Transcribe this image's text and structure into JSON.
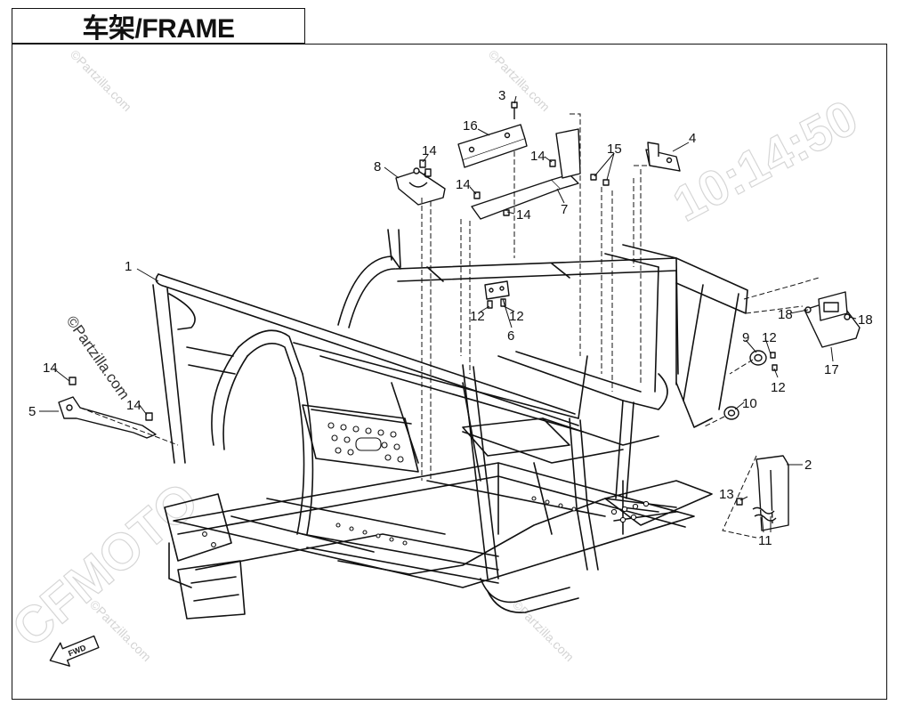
{
  "header": {
    "title": "车架/FRAME"
  },
  "watermarks": {
    "brand": "CFMOTO",
    "timestamp": "10:14:50",
    "site": "©Partzilla.com"
  },
  "callouts": [
    {
      "id": "c1",
      "label": "1"
    },
    {
      "id": "c2",
      "label": "2"
    },
    {
      "id": "c3",
      "label": "3"
    },
    {
      "id": "c4",
      "label": "4"
    },
    {
      "id": "c5",
      "label": "5"
    },
    {
      "id": "c6",
      "label": "6"
    },
    {
      "id": "c7",
      "label": "7"
    },
    {
      "id": "c8",
      "label": "8"
    },
    {
      "id": "c9",
      "label": "9"
    },
    {
      "id": "c10",
      "label": "10"
    },
    {
      "id": "c11",
      "label": "11"
    },
    {
      "id": "c12a",
      "label": "12"
    },
    {
      "id": "c12b",
      "label": "12"
    },
    {
      "id": "c12c",
      "label": "12"
    },
    {
      "id": "c12d",
      "label": "12"
    },
    {
      "id": "c13",
      "label": "13"
    },
    {
      "id": "c14a",
      "label": "14"
    },
    {
      "id": "c14b",
      "label": "14"
    },
    {
      "id": "c14c",
      "label": "14"
    },
    {
      "id": "c14d",
      "label": "14"
    },
    {
      "id": "c14e",
      "label": "14"
    },
    {
      "id": "c14f",
      "label": "14"
    },
    {
      "id": "c15",
      "label": "15"
    },
    {
      "id": "c16",
      "label": "16"
    },
    {
      "id": "c17",
      "label": "17"
    },
    {
      "id": "c18a",
      "label": "18"
    },
    {
      "id": "c18b",
      "label": "18"
    }
  ],
  "fwd_arrow": {
    "label": "FWD"
  }
}
